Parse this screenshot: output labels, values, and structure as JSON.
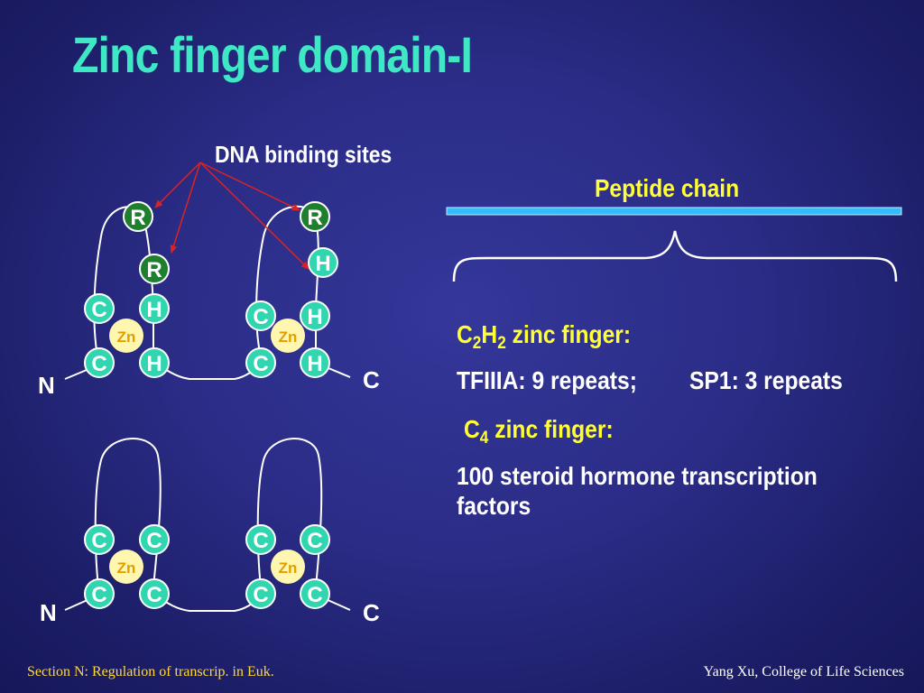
{
  "title": "Zinc finger domain-I",
  "dna_label": "DNA binding sites",
  "peptide_label": "Peptide chain",
  "colors": {
    "title": "#3ee8c4",
    "circle_C_H": "#2fd6b0",
    "circle_R": "#1e7f2e",
    "zn_fill": "#fff6b0",
    "zn_text": "#e0a000",
    "arrow": "#dd2222",
    "peptide_bar": "#33bbff",
    "highlight_text": "#ffff33"
  },
  "finger1": {
    "n_label": "N",
    "c_label": "C",
    "residues": {
      "r_top_left": "R",
      "r_mid_left": "R",
      "r_top_right": "R",
      "h_top_right": "H",
      "c1": "C",
      "h1": "H",
      "c2": "C",
      "h2": "H",
      "c3": "C",
      "h3": "H",
      "c4": "C",
      "h4": "H"
    },
    "zn": "Zn"
  },
  "finger2": {
    "n_label": "N",
    "c_label": "C",
    "residue": "C",
    "zn": "Zn"
  },
  "text": {
    "c2h2_prefix_c": "C",
    "c2h2_sub1": "2",
    "c2h2_h": "H",
    "c2h2_sub2": "2",
    "c2h2_suffix": " zinc finger:",
    "tfiiia": "TFIIIA: 9 repeats;",
    "sp1": "SP1: 3 repeats",
    "c4_c": "C",
    "c4_sub": "4",
    "c4_suffix": " zinc finger:",
    "steroid_line1": "100 steroid hormone transcription",
    "steroid_line2": "factors"
  },
  "footer": {
    "left": "Section N: Regulation of transcrip. in Euk.",
    "right": "Yang Xu, College of Life Sciences"
  }
}
